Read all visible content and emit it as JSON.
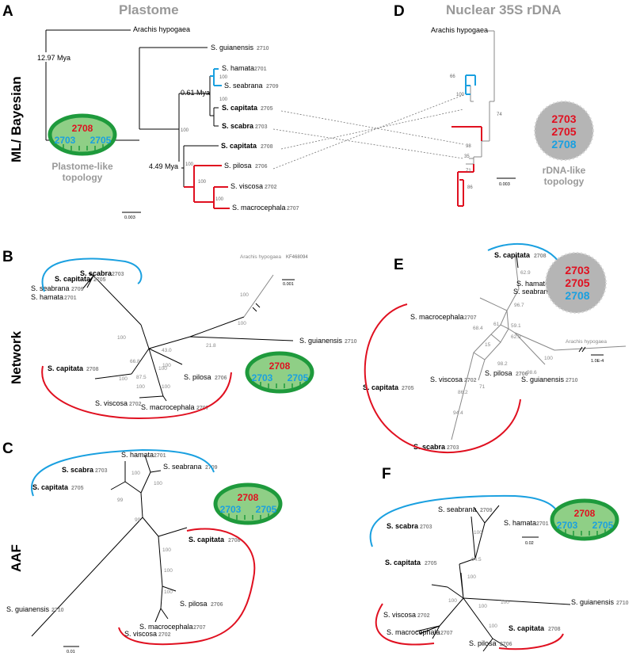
{
  "panels": {
    "A": "A",
    "B": "B",
    "C": "C",
    "D": "D",
    "E": "E",
    "F": "F"
  },
  "columns": {
    "plastome": "Plastome",
    "nuclear": "Nuclear 35S rDNA"
  },
  "rows": {
    "ml": "ML/ Bayesian",
    "network": "Network",
    "aaf": "AAF"
  },
  "taxa": {
    "arachis": "Arachis hypogaea",
    "arachis_acc": "KF468094",
    "guianensis": "S. guianensis",
    "hamata": "S. hamata",
    "seabrana": "S. seabrana",
    "capitata": "S. capitata",
    "scabra": "S. scabra",
    "pilosa": "S. pilosa",
    "viscosa": "S. viscosa",
    "macrocephala": "S. macrocephala"
  },
  "codes": {
    "c2701": "2701",
    "c2702": "2702",
    "c2703": "2703",
    "c2705": "2705",
    "c2706": "2706",
    "c2707": "2707",
    "c2708": "2708",
    "c2709": "2709",
    "c2710": "2710"
  },
  "dates": {
    "d1": "12.97 Mya",
    "d2": "0.61 Mya",
    "d3": "4.49 Mya"
  },
  "support": {
    "s100": "100",
    "s66": "66",
    "s74": "74",
    "s98": "98",
    "s35": "35",
    "s71": "71",
    "s86": "86",
    "s21_8": "21.8",
    "s43": "43.0",
    "s66_8": "66.8",
    "s87_5": "87.5",
    "s99": "99",
    "s62_9": "62.9",
    "s96_7": "96.7",
    "s68_4": "68.4",
    "s61": "61",
    "s59_1": "59.1",
    "s15": "15",
    "s98_2": "98.2",
    "s86_2": "86.2",
    "s94_4": "94.4",
    "s98_6": "98.6",
    "s64_5": "64.5"
  },
  "scales": {
    "a": "0.003",
    "d": "0.003",
    "b": "0.001",
    "e": "1.0E-4",
    "c": "0.01",
    "f": "0.02"
  },
  "legends": {
    "plastome_like": [
      "Plastome-like",
      "topology"
    ],
    "rdna_like": [
      "rDNA-like",
      "topology"
    ]
  },
  "colors": {
    "blue": "#1aa0e0",
    "red": "#e01020",
    "green": "#1e9a3c",
    "green_fill": "#8fcf86",
    "grey_disc": "#b5b5b5"
  }
}
